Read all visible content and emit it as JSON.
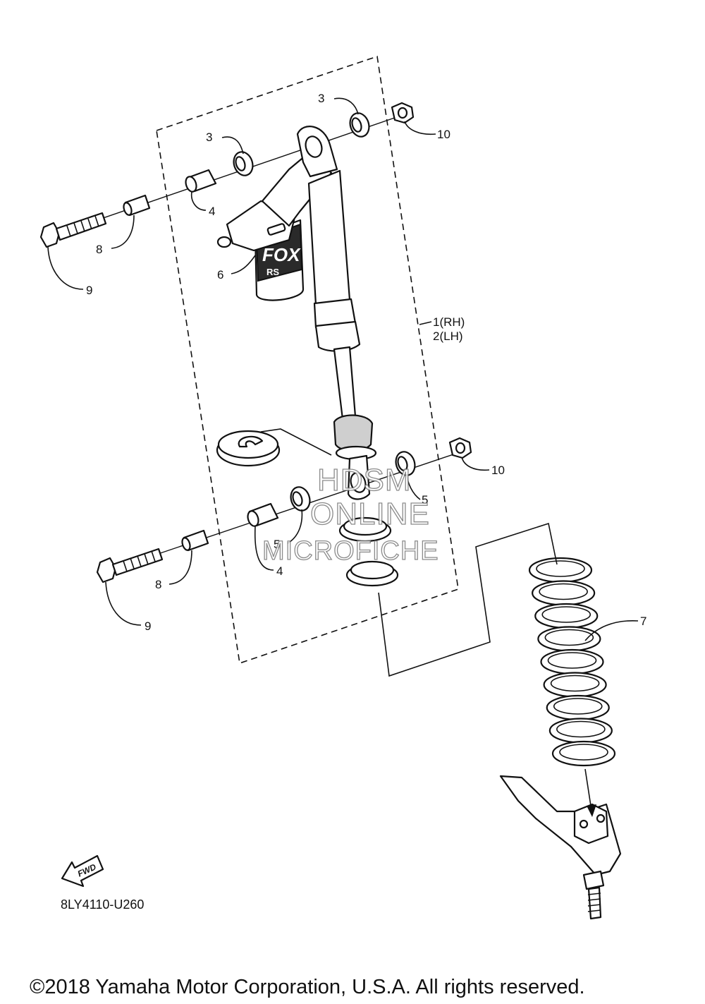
{
  "callouts": {
    "c3a": "3",
    "c3b": "3",
    "c10a": "10",
    "c4a": "4",
    "c8a": "8",
    "c9a": "9",
    "c6": "6",
    "c1rh": "1(RH)",
    "c2lh": "2(LH)",
    "c10b": "10",
    "c5a": "5",
    "c5b": "5",
    "c4b": "4",
    "c8b": "8",
    "c9b": "9",
    "c7": "7"
  },
  "shock_body_text": {
    "brand": "FOX",
    "sub": "RS"
  },
  "fwd_label": "FWD",
  "diagram_code": "8LY4110-U260",
  "copyright": "©2018 Yamaha Motor Corporation, U.S.A. All rights reserved.",
  "watermark": {
    "line1": "HDSM",
    "line2": "ONLINE",
    "line3": "MICROFICHE"
  }
}
